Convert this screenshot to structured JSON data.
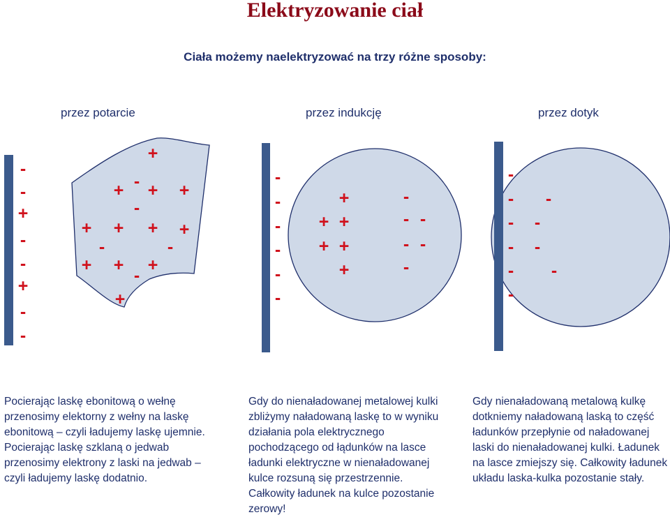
{
  "title": "Elektryzowanie ciał",
  "subtitle": "Ciała możemy naelektryzować na trzy różne sposoby:",
  "methods": {
    "rubbing": "przez potarcie",
    "induction": "przez indukcję",
    "contact": "przez dotyk"
  },
  "symbols": {
    "plus": "+",
    "minus": "-"
  },
  "colors": {
    "title": "#8b0a19",
    "text": "#1f2f6b",
    "rod": "#3b5a8c",
    "sphere_fill": "#cfd9e8",
    "plus": "#d0121d",
    "minus": "#d0121d"
  },
  "descriptions": {
    "rubbing": "Pocierając laskę ebonitową o wełnę przenosimy elektorny  z wełny na laskę ebonitową – czyli ładujemy laskę ujemnie. Pocierając laskę szklaną o jedwab przenosimy elektrony z laski na jedwab – czyli ładujemy laskę dodatnio.",
    "induction": "Gdy do nienaładowanej metalowej kulki zbliżymy naładowaną laskę to w wyniku działania pola elektrycznego pochodzącego od łądunków na lasce ładunki elektryczne w nienaładowanej kulce rozsuną się przestrzennie. Całkowity ładunek na kulce pozostanie zerowy!",
    "contact": "Gdy nienaładowaną metalową kulkę dotkniemy naładowaną laską to część ładunków przepłynie od naładowanej laski do nienaładowanej kulki. Ładunek na lasce zmiejszy się. Całkowity ładunek układu laska-kulka pozostanie stały."
  }
}
